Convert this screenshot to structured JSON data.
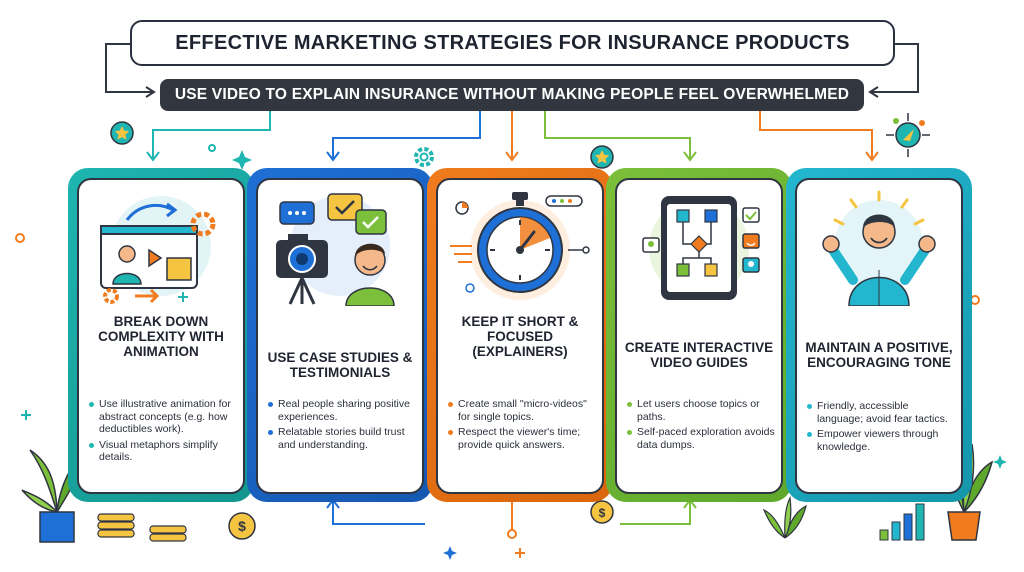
{
  "title": "EFFECTIVE MARKETING STRATEGIES FOR INSURANCE PRODUCTS",
  "subtitle": "USE VIDEO TO EXPLAIN INSURANCE WITHOUT MAKING PEOPLE FEEL OVERWHELMED",
  "colors": {
    "teal": "#1fb5b0",
    "blue": "#1e6fd6",
    "orange": "#f07c1f",
    "green": "#7bbf3a",
    "cyan": "#23b7cf",
    "dark": "#2f3541"
  },
  "cards": [
    {
      "title": "BREAK DOWN COMPLEXITY WITH ANIMATION",
      "bullets": [
        "Use illustrative animation for abstract concepts (e.g. how deductibles work).",
        "Visual metaphors simplify details."
      ],
      "icon": "animation-video-icon"
    },
    {
      "title": "USE CASE STUDIES & TESTIMONIALS",
      "bullets": [
        "Real people sharing positive experiences.",
        "Relatable stories build trust and understanding."
      ],
      "icon": "camera-testimonial-icon"
    },
    {
      "title": "KEEP IT SHORT & FOCUSED (EXPLAINERS)",
      "bullets": [
        "Create small \"micro-videos\" for single topics.",
        "Respect the viewer's time; provide quick answers."
      ],
      "icon": "stopwatch-icon"
    },
    {
      "title": "CREATE INTERACTIVE VIDEO GUIDES",
      "bullets": [
        "Let users choose topics or paths.",
        "Self-paced exploration avoids data dumps."
      ],
      "icon": "tablet-flowchart-icon"
    },
    {
      "title": "MAINTAIN A POSITIVE, ENCOURAGING TONE",
      "bullets": [
        "Friendly, accessible language; avoid fear tactics.",
        "Empower viewers through knowledge."
      ],
      "icon": "happy-person-icon"
    }
  ]
}
